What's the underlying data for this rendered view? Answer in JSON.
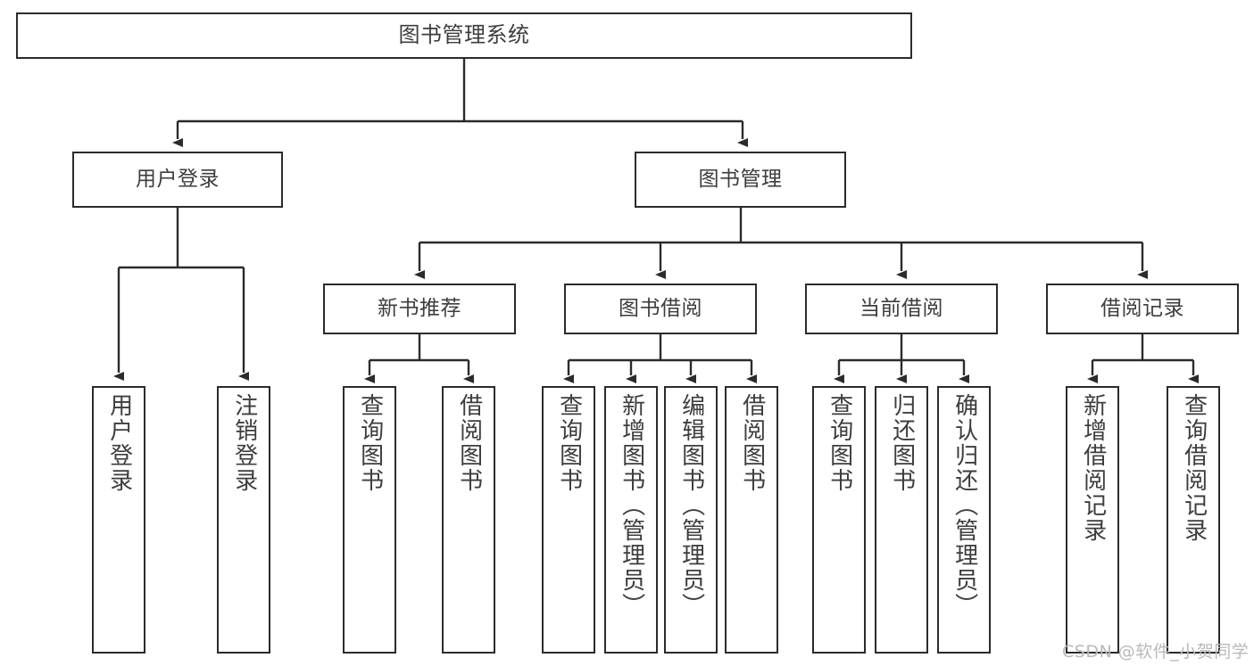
{
  "diagram": {
    "type": "tree",
    "title": "图书管理系统",
    "root": {
      "label": "图书管理系统"
    },
    "level2": [
      {
        "label": "用户登录"
      },
      {
        "label": "图书管理"
      }
    ],
    "level3": [
      {
        "label": "新书推荐"
      },
      {
        "label": "图书借阅"
      },
      {
        "label": "当前借阅"
      },
      {
        "label": "借阅记录"
      }
    ],
    "leaves": {
      "user_login": [
        {
          "label": "用户登录"
        },
        {
          "label": "注销登录"
        }
      ],
      "new_book_recommend": [
        {
          "label": "查询图书"
        },
        {
          "label": "借阅图书"
        }
      ],
      "book_borrow": [
        {
          "label": "查询图书"
        },
        {
          "label": "新增图书（管理员）"
        },
        {
          "label": "编辑图书（管理员）"
        },
        {
          "label": "借阅图书"
        }
      ],
      "current_borrow": [
        {
          "label": "查询图书"
        },
        {
          "label": "归还图书"
        },
        {
          "label": "确认归还（管理员）"
        }
      ],
      "borrow_record": [
        {
          "label": "新增借阅记录"
        },
        {
          "label": "查询借阅记录"
        }
      ]
    }
  },
  "watermark": {
    "text": "CSDN @软件_小贺同学"
  },
  "colors": {
    "stroke": "#2b2b2b",
    "text": "#3d3d3d",
    "background": "#ffffff",
    "watermark": "#b9b9b9"
  }
}
